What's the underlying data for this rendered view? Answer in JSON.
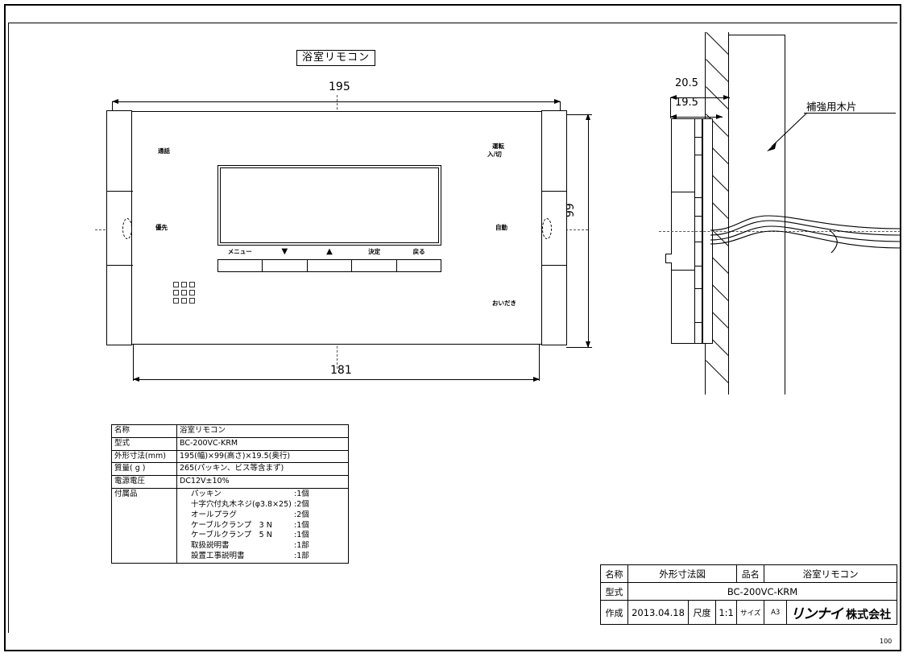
{
  "sheet": {
    "view_title": "浴室リモコン",
    "corner_number": "100"
  },
  "front_view": {
    "dim_width_overall": "195",
    "dim_width_body": "181",
    "dim_height": "99",
    "labels": {
      "call": "通話",
      "priority": "優先",
      "operation_onoff_line1": "運転",
      "operation_onoff_line2": "入/切",
      "auto": "自動",
      "reheat": "おいだき"
    },
    "buttons": [
      {
        "name": "menu",
        "label": "メニュー"
      },
      {
        "name": "down",
        "label": "▼"
      },
      {
        "name": "up",
        "label": "▲"
      },
      {
        "name": "enter",
        "label": "決定"
      },
      {
        "name": "back",
        "label": "戻る"
      }
    ]
  },
  "side_view": {
    "dim_total_depth": "20.5",
    "dim_body_depth": "19.5",
    "note_wood_block": "補強用木片"
  },
  "spec_table": {
    "rows": [
      {
        "key": "名称",
        "value": "浴室リモコン"
      },
      {
        "key": "型式",
        "value": "BC-200VC-KRM"
      },
      {
        "key": "外形寸法(mm)",
        "value": "195(幅)×99(高さ)×19.5(奥行)"
      },
      {
        "key": "質量( g )",
        "value": "265(パッキン、ビス等含まず)"
      },
      {
        "key": "電源電圧",
        "value": "DC12V±10%"
      }
    ],
    "accessories_key": "付属品",
    "accessories": [
      {
        "name": "パッキン",
        "qty": ":1個"
      },
      {
        "name": "十字穴付丸木ネジ(φ3.8×25)",
        "qty": ":2個"
      },
      {
        "name": "オールプラグ",
        "qty": ":2個"
      },
      {
        "name": "ケーブルクランプ　3 N",
        "qty": ":1個"
      },
      {
        "name": "ケーブルクランプ　5 N",
        "qty": ":1個"
      },
      {
        "name": "取扱説明書",
        "qty": ":1部"
      },
      {
        "name": "設置工事説明書",
        "qty": ":1部"
      }
    ]
  },
  "title_block": {
    "name_label": "名称",
    "name_value": "外形寸法図",
    "item_label": "品名",
    "item_value": "浴室リモコン",
    "model_label": "型式",
    "model_value": "BC-200VC-KRM",
    "created_label": "作成",
    "created_value": "2013.04.18",
    "scale_label": "尺度",
    "scale_value": "1:1",
    "size_label": "サイズ",
    "size_value": "A3",
    "company_brand": "リンナイ",
    "company_suffix": "株式会社"
  }
}
